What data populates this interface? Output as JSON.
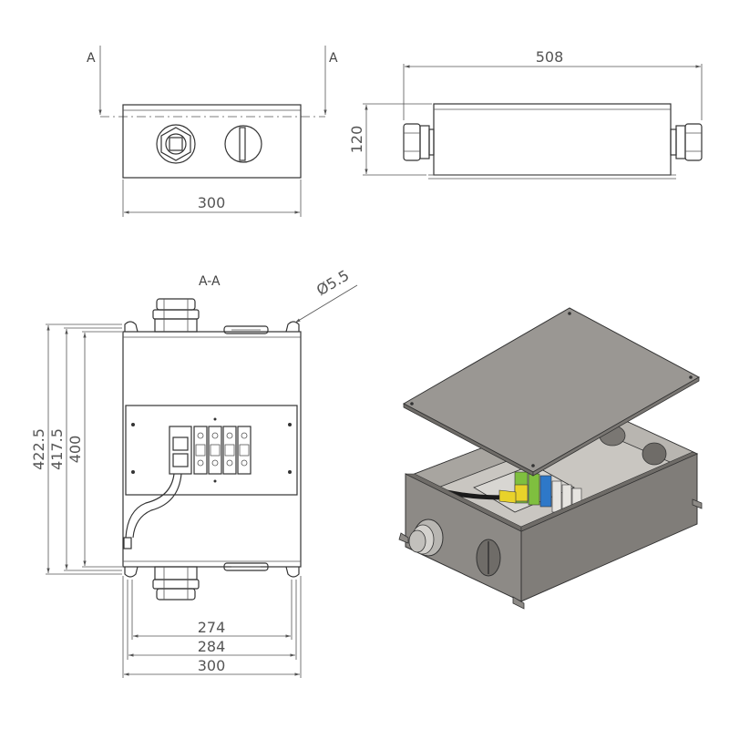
{
  "section_marker": "A",
  "section_title": "A-A",
  "dimensions": {
    "top_view_width": "300",
    "side_view_length": "508",
    "side_view_height": "120",
    "hole_diameter": "Ø5.5",
    "height_outer": "422.5",
    "height_mid": "417.5",
    "height_inner": "400",
    "width_inner": "274",
    "width_mid": "284",
    "width_outer": "300"
  },
  "colors": {
    "line": "#333333",
    "housing": "#8d8a86",
    "housing_dark": "#6f6c68",
    "lid": "#9a9793",
    "terminal_green": "#7fbf3f",
    "terminal_yellow": "#e8d22a",
    "terminal_blue": "#2e78c8"
  }
}
